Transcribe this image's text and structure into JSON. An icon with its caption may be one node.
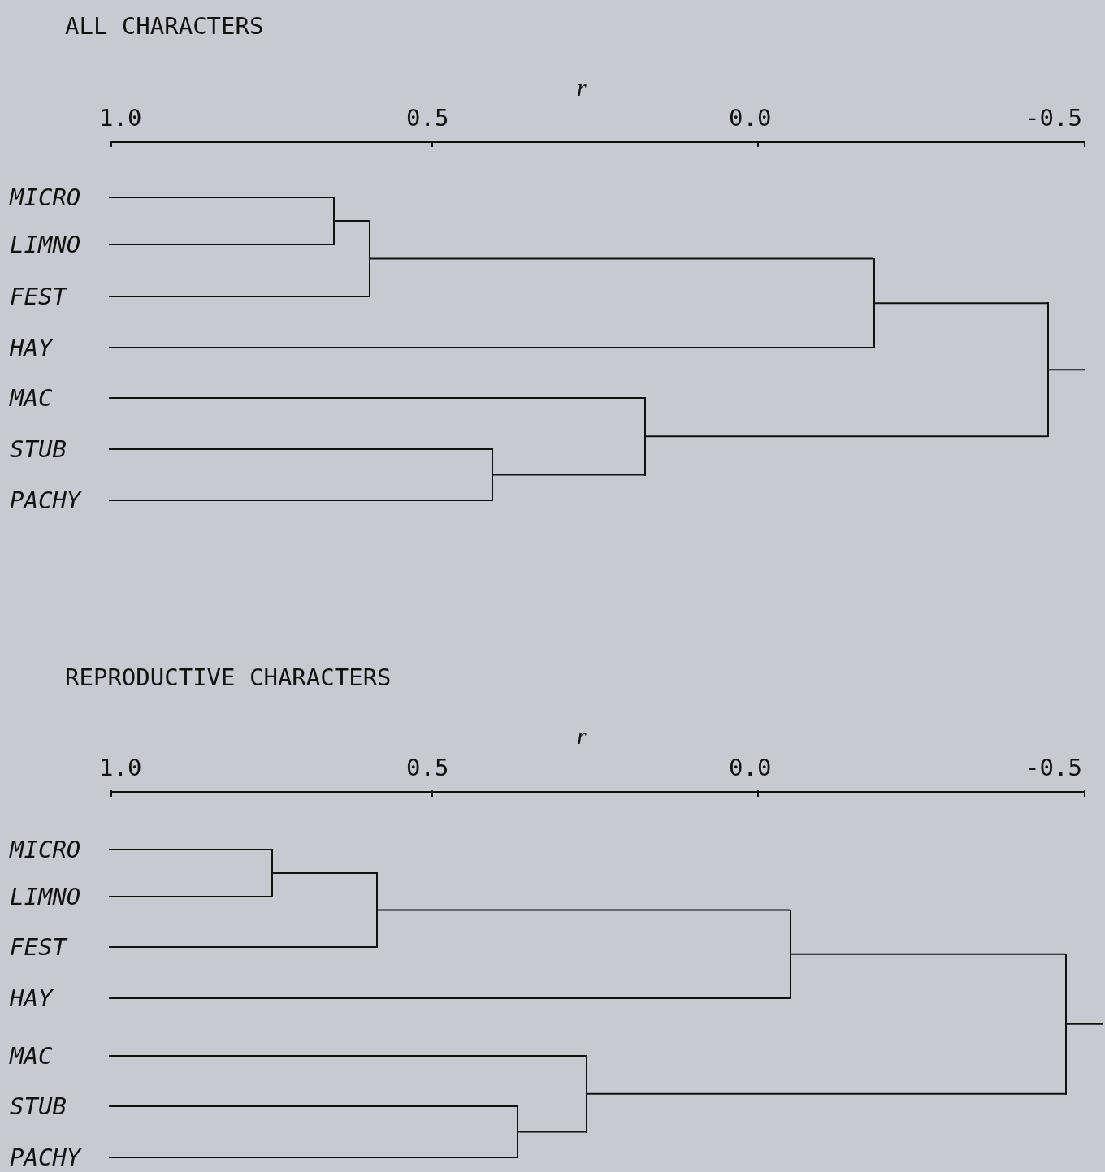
{
  "diagram": {
    "nodes": [
      {
        "text": [
          "MICRO"
        ]
      },
      {
        "text": [
          "LIMNO"
        ]
      },
      {
        "text": [
          "FEST"
        ]
      },
      {
        "text": [
          "HAY"
        ]
      },
      {
        "text": [
          "MAC"
        ]
      },
      {
        "text": [
          "STUB"
        ]
      },
      {
        "text": [
          "PACHY"
        ]
      },
      {
        "text": [],
        "shape": "bar"
      },
      {
        "text": [],
        "shape": "bar"
      },
      {
        "text": [],
        "shape": "bar"
      },
      {
        "text": [],
        "shape": "bar"
      },
      {
        "text": [],
        "shape": "bar"
      },
      {
        "text": [],
        "shape": "bar"
      },
      {
        "text": [
          "MICRO"
        ]
      },
      {
        "text": [
          "LIMNO"
        ]
      },
      {
        "text": [
          "FEST"
        ]
      },
      {
        "text": [
          "HAY"
        ]
      },
      {
        "text": [
          "MAC"
        ]
      },
      {
        "text": [
          "STUB"
        ]
      },
      {
        "text": [
          "PACHY"
        ]
      },
      {
        "text": [],
        "shape": "bar"
      },
      {
        "text": [],
        "shape": "bar"
      },
      {
        "text": [],
        "shape": "bar"
      },
      {
        "text": [],
        "shape": "bar"
      },
      {
        "text": [],
        "shape": "bar"
      },
      {
        "text": [],
        "shape": "bar"
      }
    ],
    "edges": [
      {
        "from": 0,
        "to": 7,
        "arrow": "none"
      },
      {
        "from": 1,
        "to": 7,
        "arrow": "none"
      },
      {
        "from": 7,
        "to": 8,
        "arrow": "none"
      },
      {
        "from": 2,
        "to": 8,
        "arrow": "none"
      },
      {
        "from": 8,
        "to": 9,
        "arrow": "none"
      },
      {
        "from": 3,
        "to": 9,
        "arrow": "none"
      },
      {
        "from": 5,
        "to": 10,
        "arrow": "none"
      },
      {
        "from": 6,
        "to": 10,
        "arrow": "none"
      },
      {
        "from": 4,
        "to": 11,
        "arrow": "none"
      },
      {
        "from": 10,
        "to": 11,
        "arrow": "none"
      },
      {
        "from": 9,
        "to": 12,
        "arrow": "none"
      },
      {
        "from": 11,
        "to": 12,
        "arrow": "none"
      },
      {
        "from": 12,
        "to": null,
        "arrow": "none"
      },
      {
        "from": 13,
        "to": 20,
        "arrow": "none"
      },
      {
        "from": 14,
        "to": 20,
        "arrow": "none"
      },
      {
        "from": 20,
        "to": 21,
        "arrow": "none"
      },
      {
        "from": 15,
        "to": 21,
        "arrow": "none"
      },
      {
        "from": 21,
        "to": 22,
        "arrow": "none"
      },
      {
        "from": 16,
        "to": 22,
        "arrow": "none"
      },
      {
        "from": 18,
        "to": 23,
        "arrow": "none"
      },
      {
        "from": 19,
        "to": 23,
        "arrow": "none"
      },
      {
        "from": 17,
        "to": 24,
        "arrow": "none"
      },
      {
        "from": 23,
        "to": 24,
        "arrow": "none"
      },
      {
        "from": 22,
        "to": 25,
        "arrow": "none"
      },
      {
        "from": 24,
        "to": 25,
        "arrow": "none"
      },
      {
        "from": 25,
        "to": null,
        "arrow": "none"
      }
    ],
    "labels": [
      "ALL CHARACTERS",
      "r",
      "1.0",
      "0.5",
      "0.0",
      "-0.5",
      "REPRODUCTIVE CHARACTERS",
      "r",
      "1.0",
      "0.5",
      "0.0",
      "-0.5"
    ]
  }
}
